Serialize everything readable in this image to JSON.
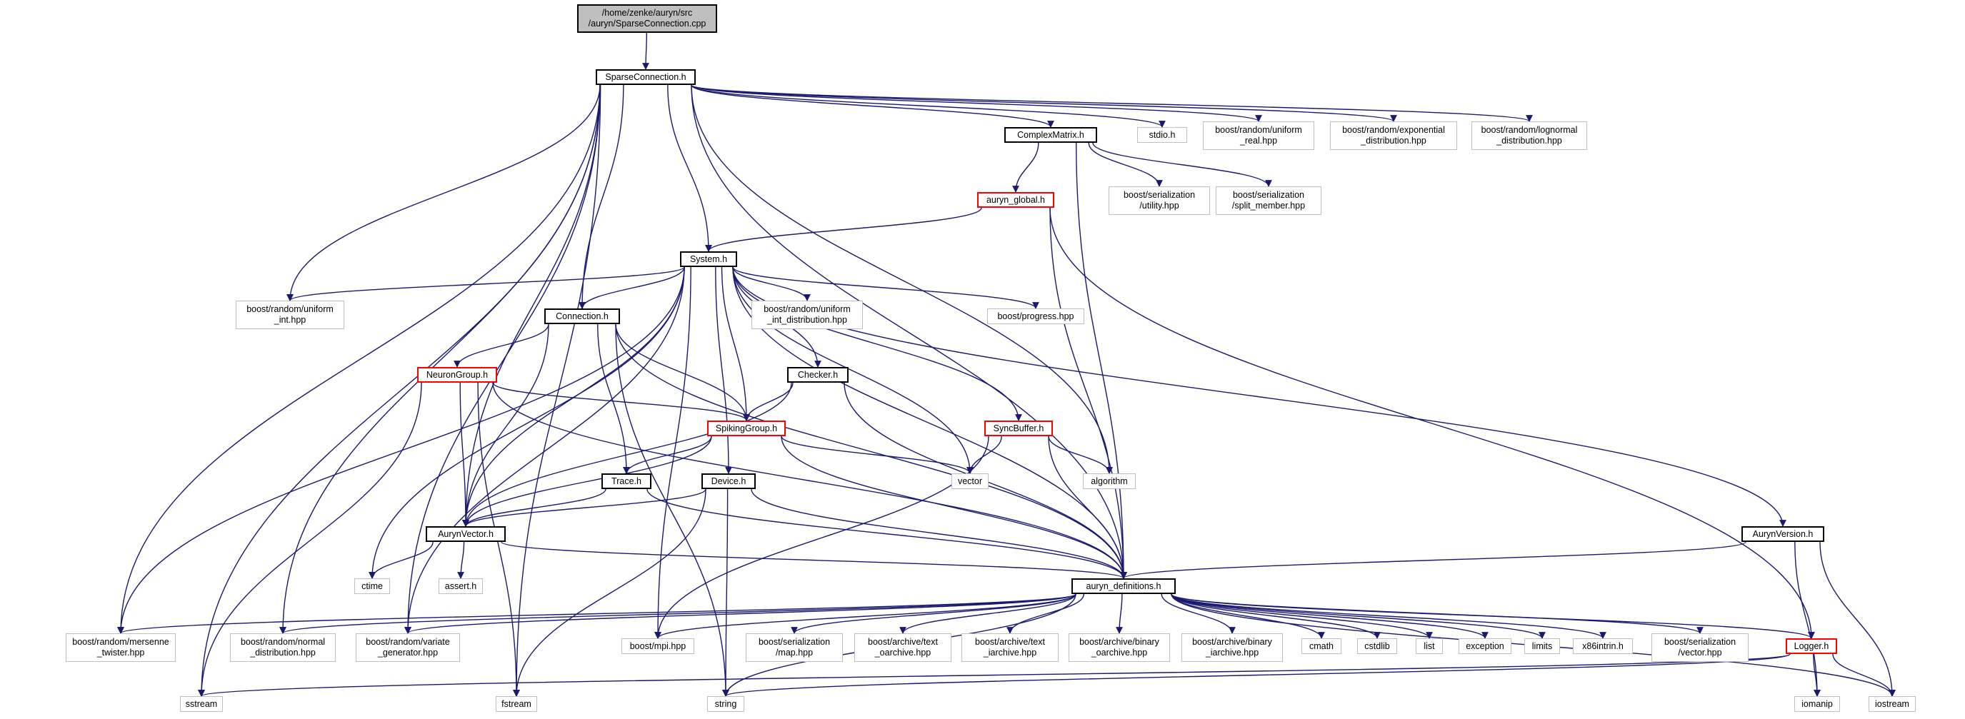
{
  "colors": {
    "edge": "#191970",
    "node_border": "#000000",
    "truncated_border": "#ff0000",
    "system_border": "#bfbfbf",
    "root_fill": "#bfbfbf"
  },
  "nodes": {
    "root": "/home/zenke/auryn/src\n/auryn/SparseConnection.cpp",
    "sparse_connection": "SparseConnection.h",
    "stdio": "stdio.h",
    "uniform_real": "boost/random/uniform\n_real.hpp",
    "exponential_dist": "boost/random/exponential\n_distribution.hpp",
    "lognormal_dist": "boost/random/lognormal\n_distribution.hpp",
    "complex_matrix": "ComplexMatrix.h",
    "auryn_global": "auryn_global.h",
    "ser_utility": "boost/serialization\n/utility.hpp",
    "ser_split_member": "boost/serialization\n/split_member.hpp",
    "system": "System.h",
    "uniform_int": "boost/random/uniform\n_int.hpp",
    "connection": "Connection.h",
    "uniform_int_dist": "boost/random/uniform\n_int_distribution.hpp",
    "progress": "boost/progress.hpp",
    "neuron_group": "NeuronGroup.h",
    "checker": "Checker.h",
    "spiking_group": "SpikingGroup.h",
    "sync_buffer": "SyncBuffer.h",
    "vector": "vector",
    "algorithm": "algorithm",
    "trace": "Trace.h",
    "device": "Device.h",
    "auryn_vector": "AurynVector.h",
    "auryn_version": "AurynVersion.h",
    "ctime": "ctime",
    "assert": "assert.h",
    "auryn_definitions": "auryn_definitions.h",
    "mersenne": "boost/random/mersenne\n_twister.hpp",
    "normal_dist": "boost/random/normal\n_distribution.hpp",
    "variate_gen": "boost/random/variate\n_generator.hpp",
    "mpi": "boost/mpi.hpp",
    "ser_map": "boost/serialization\n/map.hpp",
    "text_oarchive": "boost/archive/text\n_oarchive.hpp",
    "text_iarchive": "boost/archive/text\n_iarchive.hpp",
    "binary_oarchive": "boost/archive/binary\n_oarchive.hpp",
    "binary_iarchive": "boost/archive/binary\n_iarchive.hpp",
    "cmath": "cmath",
    "cstdlib": "cstdlib",
    "list": "list",
    "exception": "exception",
    "limits": "limits",
    "x86intrin": "x86intrin.h",
    "ser_vector": "boost/serialization\n/vector.hpp",
    "logger": "Logger.h",
    "sstream": "sstream",
    "fstream": "fstream",
    "string": "string",
    "iomanip": "iomanip",
    "iostream": "iostream"
  }
}
